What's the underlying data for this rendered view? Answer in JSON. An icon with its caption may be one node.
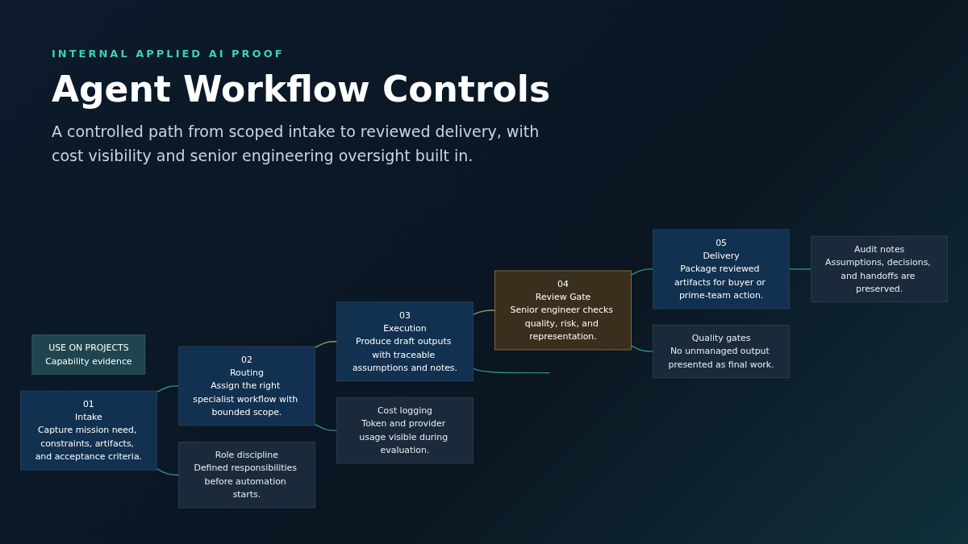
{
  "diagram": {
    "title": "Agent Workflow Controls",
    "nodes": [
      {
        "text": [
          "USE ON PROJECTS",
          "Capability evidence"
        ]
      },
      {
        "text": [
          "01",
          "Intake",
          "Capture mission need, constraints, artifacts, and acceptance criteria."
        ]
      },
      {
        "text": [
          "02",
          "Routing",
          "Assign the right specialist workflow with bounded scope."
        ]
      },
      {
        "text": [
          "03",
          "Execution",
          "Produce draft outputs with traceable assumptions and notes."
        ]
      },
      {
        "text": [
          "04",
          "Review Gate",
          "Senior engineer checks quality, risk, and representation."
        ]
      },
      {
        "text": [
          "05",
          "Delivery",
          "Package reviewed artifacts for buyer or prime-team action."
        ]
      },
      {
        "text": [
          "Role discipline",
          "Defined responsibilities before automation starts."
        ]
      },
      {
        "text": [
          "Cost logging",
          "Token and provider usage visible during evaluation."
        ]
      },
      {
        "text": [
          "Quality gates",
          "No unmanaged output presented as final work."
        ]
      },
      {
        "text": [
          "Audit notes",
          "Assumptions, decisions, and handoffs are preserved."
        ]
      }
    ],
    "edges": [
      {
        "from": 1,
        "to": 2,
        "arrow": "none"
      },
      {
        "from": 2,
        "to": 3,
        "arrow": "none",
        "color": "#8f9a5a"
      },
      {
        "from": 3,
        "to": 4,
        "arrow": "none",
        "color": "#8f9a5a"
      },
      {
        "from": 4,
        "to": 5,
        "arrow": "none"
      },
      {
        "from": 1,
        "to": 6,
        "arrow": "none"
      },
      {
        "from": 2,
        "to": 7,
        "arrow": "none"
      },
      {
        "from": 3,
        "to": null,
        "arrow": "none"
      },
      {
        "from": 4,
        "to": 8,
        "arrow": "none"
      },
      {
        "from": 5,
        "to": 9,
        "arrow": "none"
      }
    ],
    "labels": [
      "INTERNAL APPLIED AI PROOF",
      "A controlled path from scoped intake to reviewed delivery, with cost visibility and senior engineering oversight built in."
    ]
  }
}
